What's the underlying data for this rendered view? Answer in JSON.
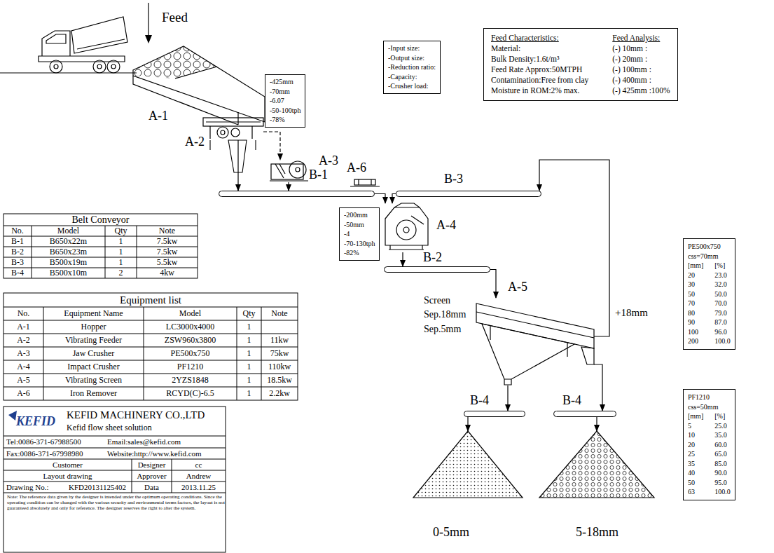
{
  "diagram": {
    "nodes": [
      {
        "text": [
          "A-1"
        ]
      },
      {
        "text": [
          "A-2"
        ]
      },
      {
        "text": [
          "A-3"
        ]
      },
      {
        "text": [
          "B-1"
        ]
      },
      {
        "text": [
          "A-6"
        ]
      },
      {
        "text": [
          "B-3"
        ]
      },
      {
        "text": [
          "A-4"
        ]
      },
      {
        "text": [
          "B-2"
        ]
      },
      {
        "text": [
          "A-5",
          "Screen Sep.18mm Sep.5mm"
        ]
      },
      {
        "text": [
          "B-4"
        ]
      },
      {
        "text": [
          "B-4"
        ]
      },
      {
        "text": [
          "0-5mm"
        ]
      },
      {
        "text": [
          "5-18mm"
        ]
      },
      {
        "text": [
          "-Input size:",
          "-Output size:",
          "-Reduction ratio:",
          "-Capacity:",
          "-Crusher load:"
        ]
      },
      {
        "text": [
          "-425mm",
          "-70mm",
          "-6.07",
          "-50-100tph",
          "-78%"
        ]
      },
      {
        "text": [
          "-200mm",
          "-50mm",
          "-4",
          "-70-130tph",
          "-82%"
        ]
      },
      {
        "text": [
          "Feed Characteristics:",
          "Material:",
          "Bulk Density:1.6t/m³",
          "Feed Rate Approx:50MTPH",
          "Contamination:Free from clay",
          "Moisture in ROM:2% max.",
          "Feed Analysis:",
          "(-) 10mm :",
          "(-) 20mm :",
          "(-) 100mm :",
          "(-) 400mm :",
          "(-) 425mm :100%"
        ]
      },
      {
        "text": [
          "PE500x750",
          "css=70mm",
          "[mm]",
          "[%]",
          "20",
          "23.0",
          "30",
          "32.0",
          "50",
          "50.0",
          "70",
          "70.0",
          "80",
          "79.0",
          "90",
          "87.0",
          "100",
          "96.0",
          "200",
          "100.0"
        ]
      },
      {
        "text": [
          "PF1210",
          "css=50mm",
          "[mm]",
          "[%]",
          "5",
          "25.0",
          "10",
          "35.0",
          "20",
          "60.0",
          "25",
          "65.0",
          "35",
          "85.0",
          "40",
          "90.0",
          "50",
          "95.0",
          "63",
          "100.0"
        ]
      }
    ],
    "edges": [
      {
        "from": 1,
        "to": 3,
        "arrow": "to"
      },
      {
        "from": 1,
        "to": 2,
        "arrow": "to"
      },
      {
        "from": 2,
        "to": 3,
        "arrow": "to"
      },
      {
        "from": 3,
        "to": 6,
        "arrow": "to"
      },
      {
        "from": 5,
        "to": 6,
        "arrow": "to"
      },
      {
        "from": 6,
        "to": 7,
        "arrow": "to"
      },
      {
        "from": 7,
        "to": 8,
        "arrow": "to"
      },
      {
        "from": 8,
        "to": 5,
        "arrow": "to",
        "label": "+18mm"
      },
      {
        "from": 8,
        "to": 9,
        "arrow": "to"
      },
      {
        "from": 8,
        "to": 10,
        "arrow": "to"
      },
      {
        "from": 9,
        "to": 11,
        "arrow": "to"
      },
      {
        "from": 10,
        "to": 12,
        "arrow": "to"
      }
    ],
    "labels": [
      "Feed",
      "Belt Conveyor",
      "No.",
      "Model",
      "Qty",
      "Note",
      "B-1",
      "B650x22m",
      "1",
      "7.5kw",
      "B-2",
      "B650x23m",
      "1",
      "7.5kw",
      "B-3",
      "B500x19m",
      "1",
      "5.5kw",
      "B-4",
      "B500x10m",
      "2",
      "4kw",
      "Equipment list",
      "No.",
      "Equipment Name",
      "Model",
      "Qty",
      "Note",
      "A-1",
      "Hopper",
      "LC3000x4000",
      "1",
      "A-2",
      "Vibrating Feeder",
      "ZSW960x3800",
      "1",
      "11kw",
      "A-3",
      "Jaw Crusher",
      "PE500x750",
      "1",
      "75kw",
      "A-4",
      "Impact Crusher",
      "PF1210",
      "1",
      "110kw",
      "A-5",
      "Vibrating Screen",
      "2YZS1848",
      "1",
      "18.5kw",
      "A-6",
      "Iron Remover",
      "RCYD(C)-6.5",
      "1",
      "2.2kw",
      "KEFID",
      "KEFID MACHINERY CO.,LTD",
      "Kefid flow sheet solution",
      "Tel:0086-371-67988500",
      "Email:sales@kefid.com",
      "Fax:0086-371-67998980",
      "Website:http://www.kefid.com",
      "Customer",
      "Designer",
      "cc",
      "Layout drawing",
      "Approver",
      "Andrew",
      "Drawing No.:",
      "KFD20131125402",
      "Data",
      "2013.11.25",
      "Note: The reference data given by the designer is intended under the optimum operating conditions. Since the operating condition can be changed with the various security and environmental terms factors, the layout is not guaranteed absolutely and only for reference. The designer reserves the right to alter the system."
    ]
  }
}
